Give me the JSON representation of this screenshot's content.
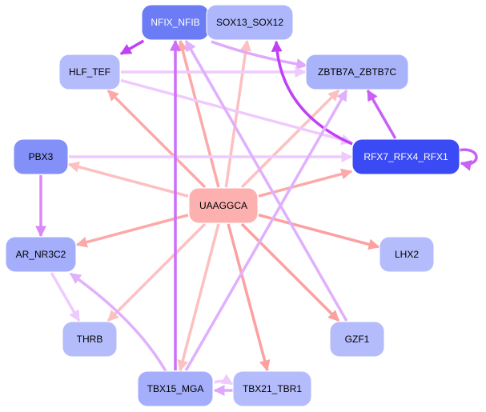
{
  "diagram": {
    "type": "directed-network",
    "nodes": [
      {
        "id": "NFIX_NFIB",
        "label": "NFIX_NFIB",
        "fill": "#6b7cf5",
        "text_color": "#ffffff"
      },
      {
        "id": "SOX13_SOX12",
        "label": "SOX13_SOX12",
        "fill": "#aeb7fb",
        "text_color": "#000000"
      },
      {
        "id": "HLF_TEF",
        "label": "HLF_TEF",
        "fill": "#b4bcfb",
        "text_color": "#000000"
      },
      {
        "id": "ZBTB7A_ZBTB7C",
        "label": "ZBTB7A_ZBTB7C",
        "fill": "#a9b3fa",
        "text_color": "#000000"
      },
      {
        "id": "PBX3",
        "label": "PBX3",
        "fill": "#8290f8",
        "text_color": "#000000"
      },
      {
        "id": "RFX7_RFX4_RFX1",
        "label": "RFX7_RFX4_RFX1",
        "fill": "#3a4af5",
        "text_color": "#ffffff"
      },
      {
        "id": "UAAGGCA",
        "label": "UAAGGCA",
        "fill": "#fdb0b0",
        "text_color": "#000000"
      },
      {
        "id": "AR_NR3C2",
        "label": "AR_NR3C2",
        "fill": "#a4aefa",
        "text_color": "#000000"
      },
      {
        "id": "LHX2",
        "label": "LHX2",
        "fill": "#b4bcfb",
        "text_color": "#000000"
      },
      {
        "id": "THRB",
        "label": "THRB",
        "fill": "#b4bcfb",
        "text_color": "#000000"
      },
      {
        "id": "GZF1",
        "label": "GZF1",
        "fill": "#b4bcfb",
        "text_color": "#000000"
      },
      {
        "id": "TBX15_MGA",
        "label": "TBX15_MGA",
        "fill": "#a4aefa",
        "text_color": "#000000"
      },
      {
        "id": "TBX21_TBR1",
        "label": "TBX21_TBR1",
        "fill": "#b4bcfb",
        "text_color": "#000000"
      }
    ],
    "edges": [
      {
        "from": "UAAGGCA",
        "to": "NFIX_NFIB",
        "color": "#fca9a9"
      },
      {
        "from": "UAAGGCA",
        "to": "SOX13_SOX12",
        "color": "#fdc0c0"
      },
      {
        "from": "UAAGGCA",
        "to": "HLF_TEF",
        "color": "#fca9a9"
      },
      {
        "from": "UAAGGCA",
        "to": "ZBTB7A_ZBTB7C",
        "color": "#fdc0c0"
      },
      {
        "from": "UAAGGCA",
        "to": "PBX3",
        "color": "#fdc0c0"
      },
      {
        "from": "UAAGGCA",
        "to": "RFX7_RFX4_RFX1",
        "color": "#fca9a9"
      },
      {
        "from": "UAAGGCA",
        "to": "AR_NR3C2",
        "color": "#fca9a9"
      },
      {
        "from": "UAAGGCA",
        "to": "LHX2",
        "color": "#fca0a0"
      },
      {
        "from": "UAAGGCA",
        "to": "THRB",
        "color": "#fdc0c0"
      },
      {
        "from": "UAAGGCA",
        "to": "GZF1",
        "color": "#fca0a0"
      },
      {
        "from": "UAAGGCA",
        "to": "TBX15_MGA",
        "color": "#fdc0c0"
      },
      {
        "from": "UAAGGCA",
        "to": "TBX21_TBR1",
        "color": "#fca0a0"
      },
      {
        "from": "NFIX_NFIB",
        "to": "HLF_TEF",
        "color": "#c040f5"
      },
      {
        "from": "NFIX_NFIB",
        "to": "ZBTB7A_ZBTB7C",
        "color": "#e0a8fb"
      },
      {
        "from": "NFIX_NFIB",
        "to": "SOX13_SOX12",
        "color": "#e8c4fc"
      },
      {
        "from": "NFIX_NFIB",
        "to": "NFIX_NFIB",
        "color": "#c040f5",
        "self_loop": true
      },
      {
        "from": "HLF_TEF",
        "to": "ZBTB7A_ZBTB7C",
        "color": "#efcafd"
      },
      {
        "from": "HLF_TEF",
        "to": "RFX7_RFX4_RFX1",
        "color": "#efcafd"
      },
      {
        "from": "PBX3",
        "to": "RFX7_RFX4_RFX1",
        "color": "#efcafd"
      },
      {
        "from": "PBX3",
        "to": "AR_NR3C2",
        "color": "#d888f8"
      },
      {
        "from": "RFX7_RFX4_RFX1",
        "to": "SOX13_SOX12",
        "color": "#c040f5"
      },
      {
        "from": "RFX7_RFX4_RFX1",
        "to": "ZBTB7A_ZBTB7C",
        "color": "#c860f6"
      },
      {
        "from": "RFX7_RFX4_RFX1",
        "to": "RFX7_RFX4_RFX1",
        "color": "#c860f6",
        "self_loop": true
      },
      {
        "from": "AR_NR3C2",
        "to": "THRB",
        "color": "#efcafd"
      },
      {
        "from": "TBX15_MGA",
        "to": "NFIX_NFIB",
        "color": "#cc70f8"
      },
      {
        "from": "TBX15_MGA",
        "to": "AR_NR3C2",
        "color": "#e0b0fc"
      },
      {
        "from": "TBX15_MGA",
        "to": "ZBTB7A_ZBTB7C",
        "color": "#e0b0fc"
      },
      {
        "from": "GZF1",
        "to": "NFIX_NFIB",
        "color": "#e0b0fc"
      },
      {
        "from": "TBX21_TBR1",
        "to": "TBX15_MGA",
        "color": "#e0a8fb"
      },
      {
        "from": "TBX15_MGA",
        "to": "TBX21_TBR1",
        "color": "#efcafd"
      }
    ]
  }
}
